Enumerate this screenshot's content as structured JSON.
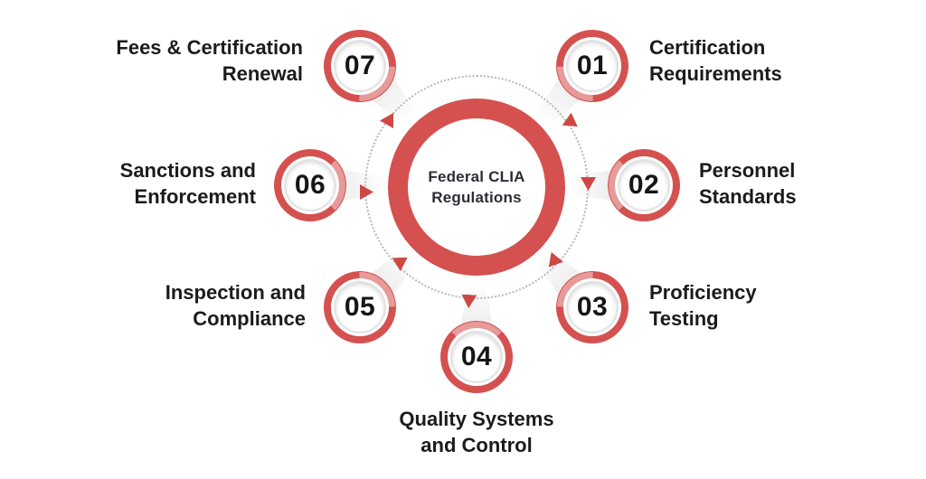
{
  "diagram": {
    "center_title": "Federal CLIA\nRegulations"
  },
  "nodes": [
    {
      "number": "01",
      "label": "Certification\nRequirements"
    },
    {
      "number": "02",
      "label": "Personnel\nStandards"
    },
    {
      "number": "03",
      "label": "Proficiency\nTesting"
    },
    {
      "number": "04",
      "label": "Quality Systems\nand Control"
    },
    {
      "number": "05",
      "label": "Inspection and\nCompliance"
    },
    {
      "number": "06",
      "label": "Sanctions and\nEnforcement"
    },
    {
      "number": "07",
      "label": "Fees & Certification\nRenewal"
    }
  ],
  "icons": {
    "flow_arrow": "red triangle arrow on dotted cycle"
  },
  "colors": {
    "ring_red": "#d45150",
    "arrow_red": "#ce4843",
    "label_text": "#1b1b1b",
    "center_text": "#2d2d36",
    "dashed_gray": "#b7b7b7"
  }
}
